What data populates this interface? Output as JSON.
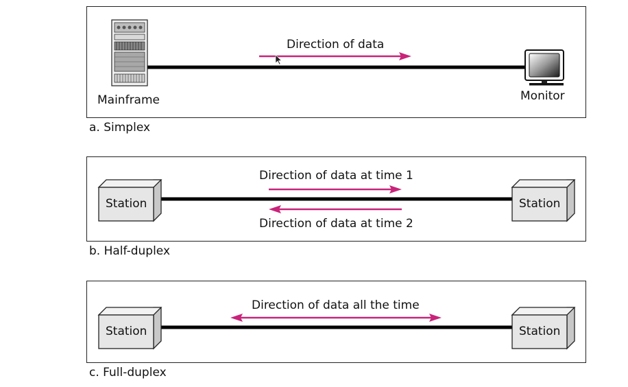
{
  "simplex": {
    "caption": "a. Simplex",
    "arrow_label": "Direction of data",
    "left_device": "Mainframe",
    "right_device": "Monitor"
  },
  "half_duplex": {
    "caption": "b. Half-duplex",
    "arrow_label_top": "Direction of data at time 1",
    "arrow_label_bottom": "Direction of data at time 2",
    "left_station": "Station",
    "right_station": "Station"
  },
  "full_duplex": {
    "caption": "c. Full-duplex",
    "arrow_label": "Direction of data all the time",
    "left_station": "Station",
    "right_station": "Station"
  },
  "colors": {
    "arrow": "#c8247a",
    "link": "#000000",
    "station_fill": "#e6e6e6"
  }
}
